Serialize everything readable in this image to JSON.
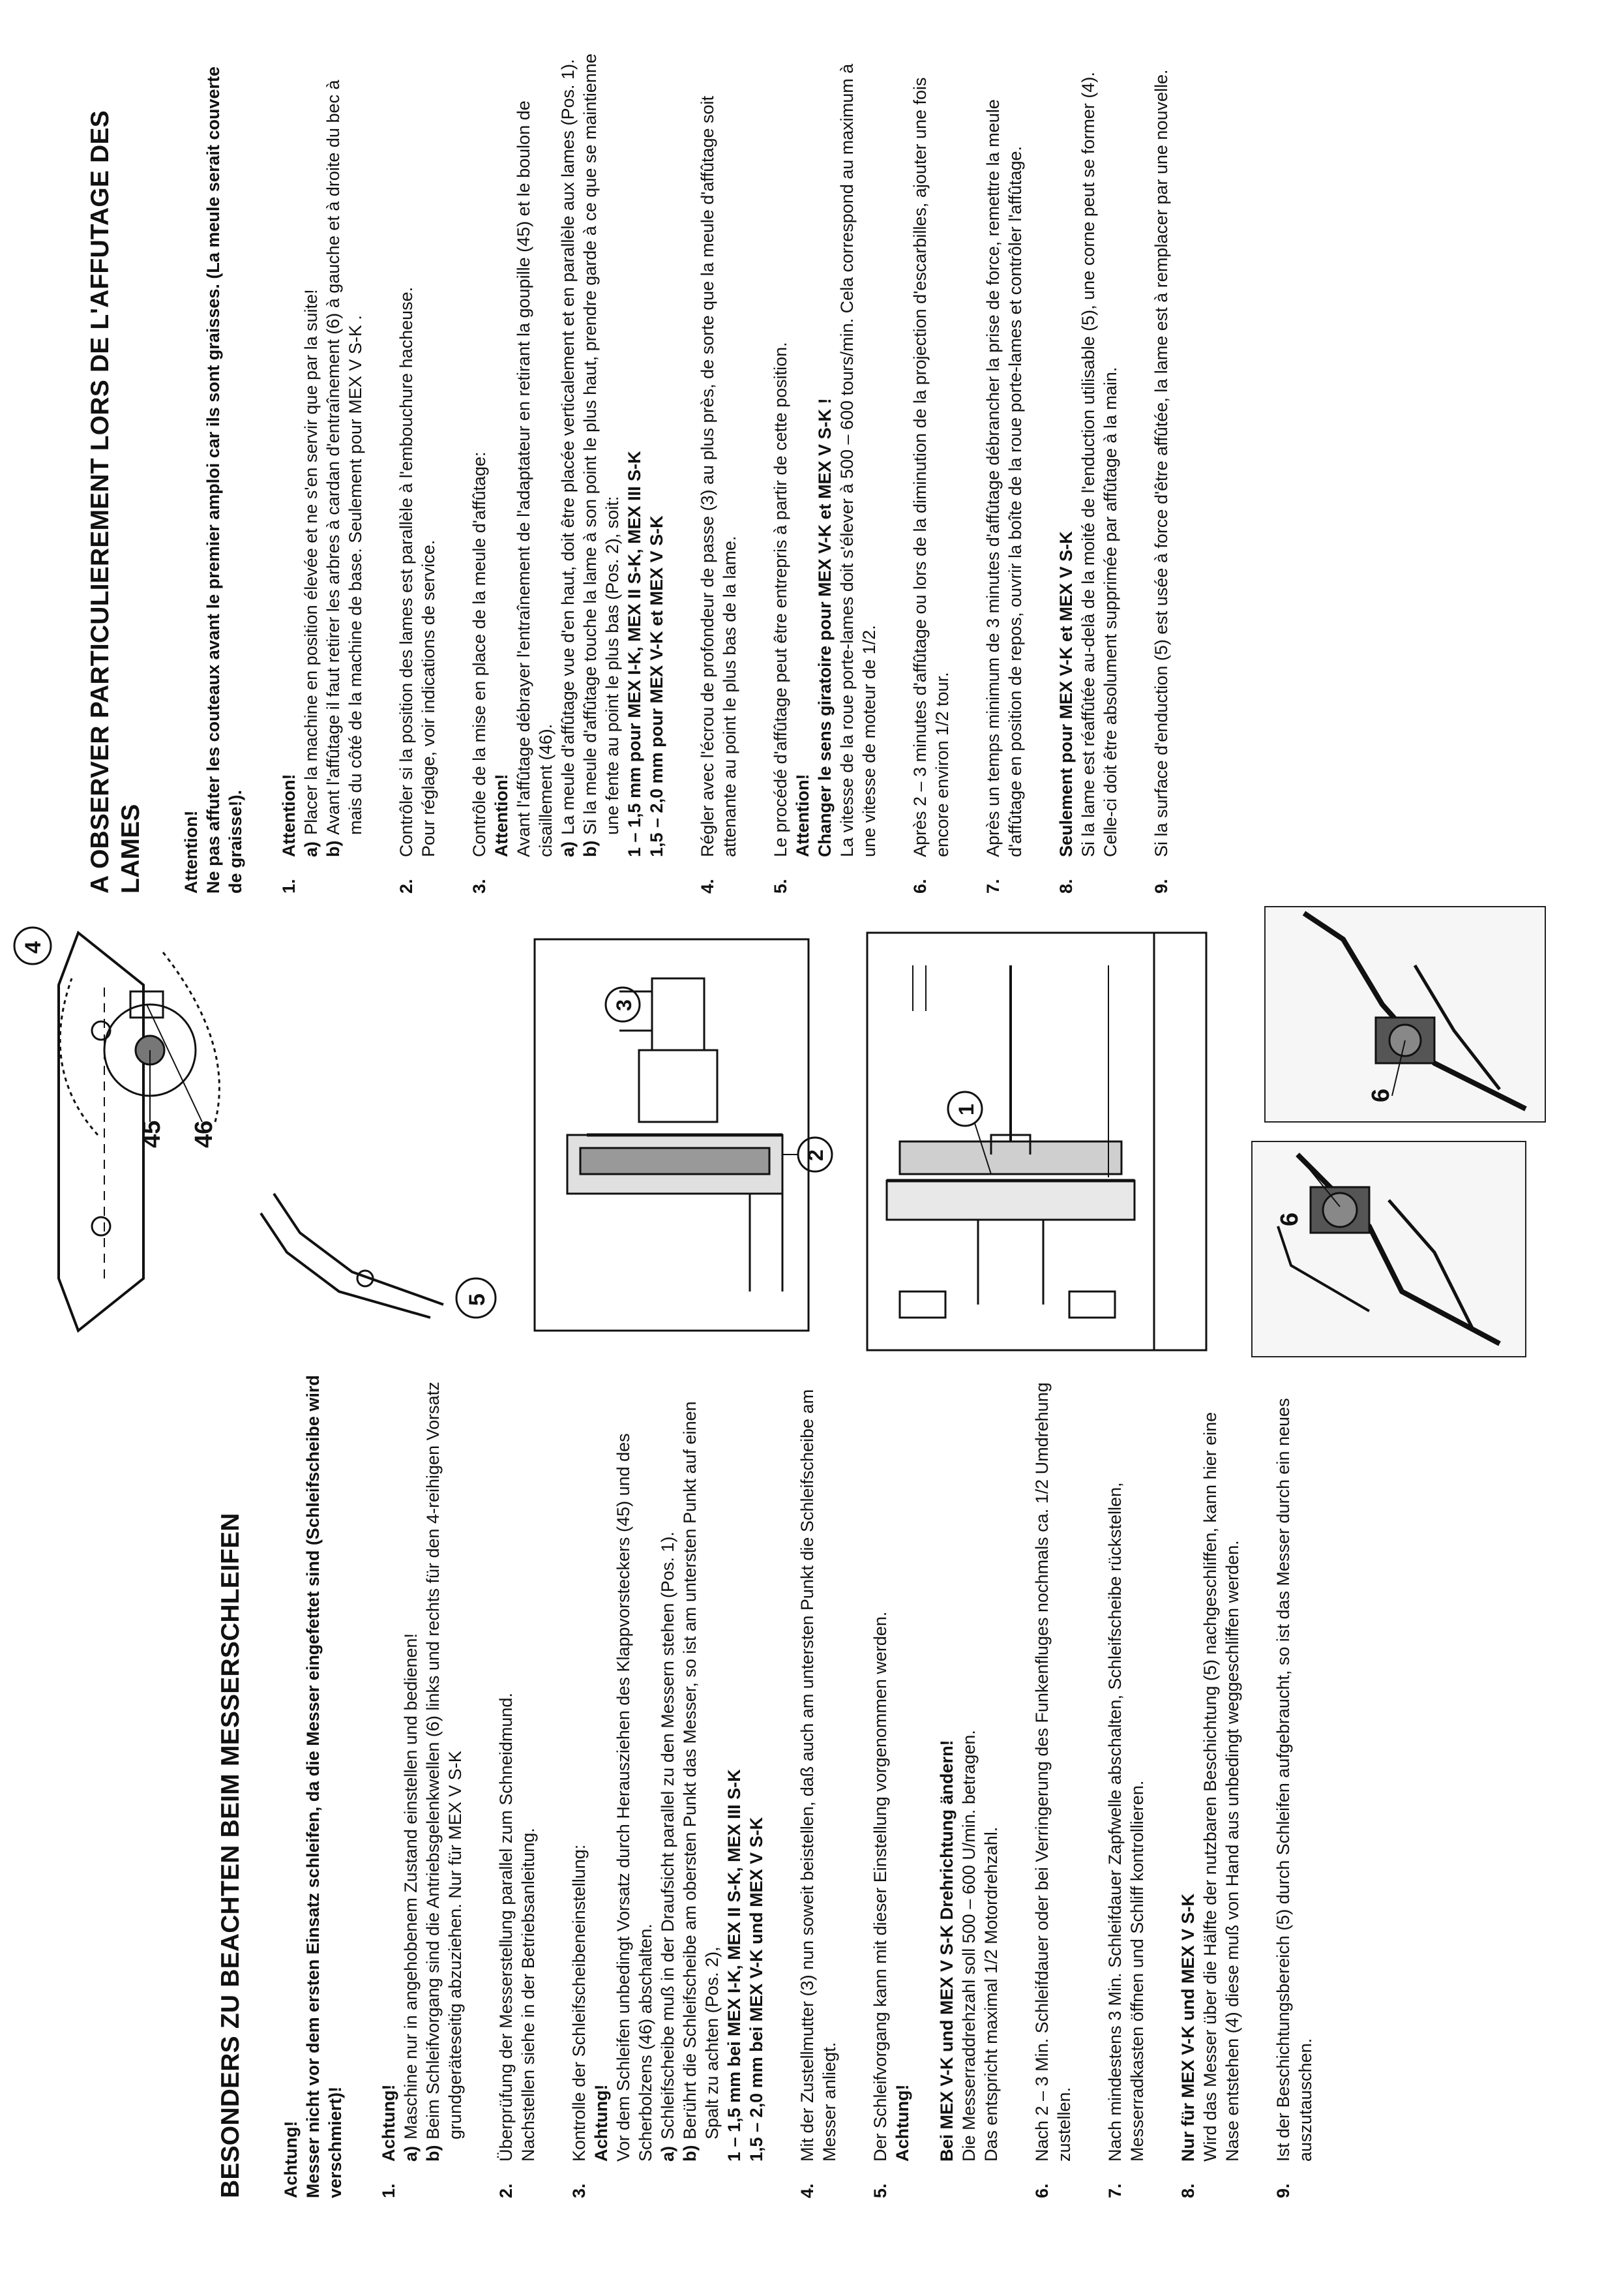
{
  "de": {
    "title": "BESONDERS ZU BEACHTEN BEIM MESSERSCHLEIFEN",
    "warning_head": "Achtung!",
    "warning_body": "Messer nicht vor dem ersten Einsatz schleifen, da die Messer eingefettet sind (Schleifscheibe wird verschmiert)!",
    "s1": {
      "num": "1.",
      "head": "Achtung!",
      "a": "a)",
      "a_text": "Maschine nur in angehobenem Zustand einstellen und bedienen!",
      "b": "b)",
      "b_text": "Beim Schleifvorgang sind die Antriebsgelenkwellen (6) links und rechts für den 4-reihigen Vorsatz grundgeräteseitig abzuziehen. Nur für MEX V S-K"
    },
    "s2": {
      "num": "2.",
      "l1": "Überprüfung der Messerstellung parallel zum Schneidmund.",
      "l2": "Nachstellen siehe in der Betriebsanleitung."
    },
    "s3": {
      "num": "3.",
      "l1": "Kontrolle der Schleifscheibeneinstellung:",
      "head": "Achtung!",
      "l2": "Vor dem Schleifen unbedingt Vorsatz durch Herausziehen des Klappvorsteckers (45) und des Scherbolzens (46) abschalten.",
      "a": "a)",
      "a_text": "Schleifscheibe muß in der Draufsicht parallel zu den Messern stehen (Pos. 1).",
      "b": "b)",
      "b_text": "Berührt die Schleifscheibe am obersten Punkt das Messer, so ist am untersten Punkt auf einen Spalt zu achten (Pos. 2),",
      "v1": "1 – 1,5 mm bei MEX I-K, MEX II S-K, MEX III S-K",
      "v2": "1,5 – 2,0 mm bei MEX V-K und MEX V S-K"
    },
    "s4": {
      "num": "4.",
      "text": "Mit der Zustellmutter (3) nun soweit beistellen, daß auch am untersten Punkt die Schleifscheibe am Messer anliegt."
    },
    "s5": {
      "num": "5.",
      "text": "Der Schleifvorgang kann mit dieser Einstellung vorgenommen werden.",
      "head": "Achtung!",
      "l1": "Bei MEX V-K und MEX V S-K Drehrichtung ändern!",
      "l2": "Die Messerraddrehzahl soll 500 – 600 U/min. betragen.",
      "l3": "Das entspricht maximal 1/2 Motordrehzahl."
    },
    "s6": {
      "num": "6.",
      "text": "Nach 2 – 3 Min. Schleifdauer oder bei Verringerung des Funkenfluges nochmals ca. 1/2 Umdrehung zustellen."
    },
    "s7": {
      "num": "7.",
      "text": "Nach mindestens 3 Min. Schleifdauer Zapfwelle abschalten, Schleifscheibe rückstellen, Messerradkasten öffnen und Schliff kontrollieren."
    },
    "s8": {
      "num": "8.",
      "head": "Nur für MEX V-K und MEX V S-K",
      "text": "Wird das Messer über die Hälfte der nutzbaren Beschichtung (5) nachgeschliffen, kann hier eine Nase entstehen (4) diese muß von Hand aus unbedingt weggeschliffen werden."
    },
    "s9": {
      "num": "9.",
      "text": "Ist der Beschichtungsbereich (5) durch Schleifen aufgebraucht, so ist das Messer durch ein neues auszutauschen."
    }
  },
  "fr": {
    "title": "A OBSERVER PARTICULIEREMENT LORS DE L'AFFUTAGE DES LAMES",
    "warning_head": "Attention!",
    "warning_body": "Ne pas affuter les couteaux avant le premier amploi car ils sont graisses. (La meule serait couverte de graisse!).",
    "s1": {
      "num": "1.",
      "head": "Attention!",
      "a": "a)",
      "a_text": "Placer la machine en position élevée et ne s'en servir que par la suite!",
      "b": "b)",
      "b_text": "Avant l'affûtage il faut retirer les arbres à cardan d'entraînement (6) à gauche et à droite du bec à mais du côté de la machine de base. Seulement pour MEX V S-K ."
    },
    "s2": {
      "num": "2.",
      "l1": "Contrôler si la position des lames est parallèle à l'embouchure hacheuse.",
      "l2": "Pour réglage, voir indications de service."
    },
    "s3": {
      "num": "3.",
      "l1": "Contrôle de la mise en place de la meule d'affûtage:",
      "head": "Attention!",
      "l2": "Avant l'affûtage débrayer l'entraînement de l'adaptateur en retirant la goupille (45) et le boulon de cisaillement (46).",
      "a": "a)",
      "a_text": "La meule d'affûtage vue d'en haut, doit être placée verticalement et en parallèle aux lames (Pos. 1).",
      "b": "b)",
      "b_text": "Si la meule d'affûtage touche la lame à son point le plus haut, prendre garde à ce que se maintienne une fente au point le plus bas (Pos. 2), soit:",
      "v1": "1 – 1,5 mm pour MEX I-K, MEX II S-K, MEX III S-K",
      "v2": "1,5 – 2,0 mm pour MEX V-K et MEX V S-K"
    },
    "s4": {
      "num": "4.",
      "text": "Régler avec l'écrou de profondeur de passe (3) au plus près, de sorte que la meule d'affûtage soit attenante au point le plus bas de la lame."
    },
    "s5": {
      "num": "5.",
      "text": "Le procédé d'affûtage peut être entrepris à partir de cette position.",
      "head": "Attention!",
      "l1": "Changer le sens giratoire pour MEX V-K et MEX V S-K !",
      "l2": "La vitesse de la roue porte-lames doit s'élever à 500 – 600 tours/min. Cela correspond au maximum à une vitesse de moteur de 1/2."
    },
    "s6": {
      "num": "6.",
      "text": "Après 2 – 3 minutes d'affûtage ou lors de la diminution de la projection d'escarbilles, ajouter une fois encore environ 1/2 tour."
    },
    "s7": {
      "num": "7.",
      "text": "Après un temps minimum de 3 minutes d'affûtage débrancher la prise de force, remettre la meule d'affûtage en position de repos, ouvrir la boîte de la roue porte-lames et contrôler l'affûtage."
    },
    "s8": {
      "num": "8.",
      "head": "Seulement pour MEX V-K et MEX V S-K",
      "text": "Si la lame est réaffûtée au-delà de la moité de l'enduction utilisable (5), une corne peut se former (4). Celle-ci doit être absolument supprimée par affûtage à la main."
    },
    "s9": {
      "num": "9.",
      "text": "Si la surface d'enduction (5) est usée à force d'être affûtée, la lame est à remplacer par une nouvelle."
    }
  },
  "figures": {
    "label_6a": "6",
    "label_6b": "6",
    "label_1": "1",
    "label_2": "2",
    "label_3": "3",
    "label_4": "4",
    "label_5": "5",
    "label_45": "45",
    "label_46": "46"
  }
}
